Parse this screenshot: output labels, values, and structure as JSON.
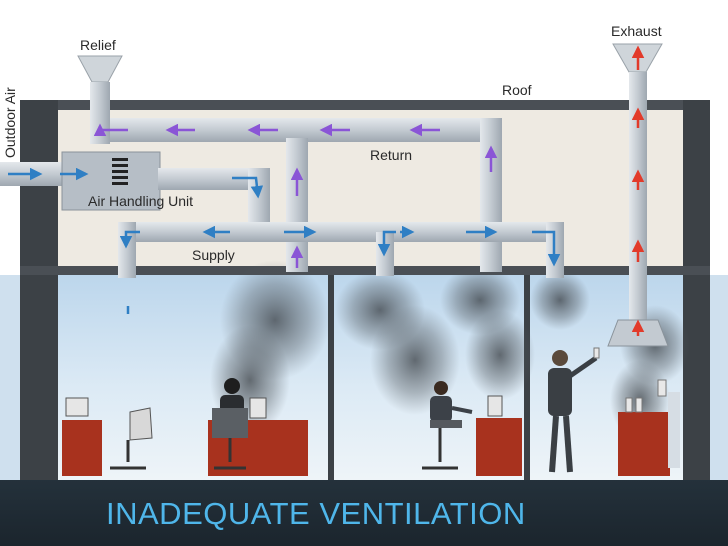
{
  "labels": {
    "outdoor_air": "Outdoor Air",
    "relief": "Relief",
    "exhaust": "Exhaust",
    "roof": "Roof",
    "return": "Return",
    "air_handling_unit": "Air Handling Unit",
    "supply": "Supply"
  },
  "banner": {
    "title": "INADEQUATE VENTILATION"
  },
  "colors": {
    "duct": "#c4cbd2",
    "supply_arrow": "#2f7fc4",
    "return_arrow": "#8a55d6",
    "exhaust_arrow": "#e23a2a",
    "banner_text": "#4fb6ea",
    "desk": "#a8321e"
  }
}
